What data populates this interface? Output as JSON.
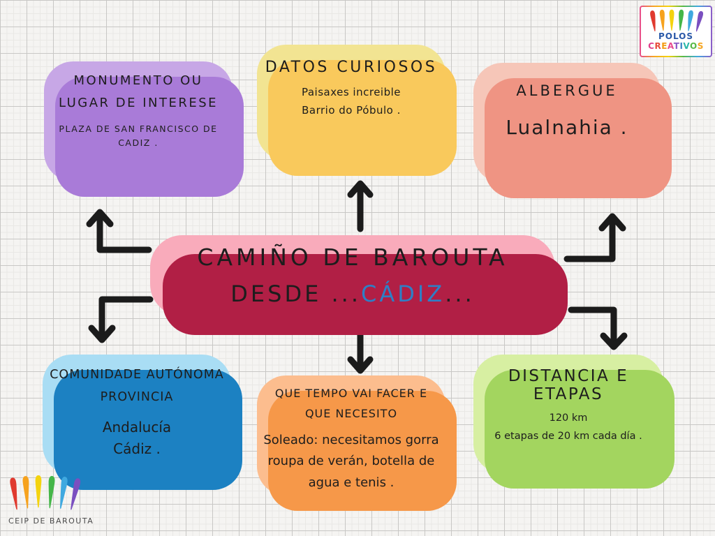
{
  "page": {
    "background": "#f5f4f2",
    "grid_major_color": "#c8c7c5",
    "grid_minor_color": "#e9e8e5",
    "arrow_color": "#1b1b1b"
  },
  "center": {
    "title_line1": "CAMIÑO DE BAROUTA",
    "title_line2_prefix": "DESDE ...",
    "title_line2_highlight": "CÁDIZ",
    "title_line2_suffix": "...",
    "highlight_color": "#2e7fc6",
    "bg": "#f9abbb",
    "shadow": "#b11f45"
  },
  "nodes": [
    {
      "id": "monumento",
      "bg": "#c7a7e6",
      "shadow": "#a97bd8",
      "heading": [
        "MONUMENTO OU",
        "LUGAR DE INTERESE"
      ],
      "body": [
        "PLAZA DE SAN FRANCISCO DE",
        "CADIZ ."
      ]
    },
    {
      "id": "datos-curiosos",
      "bg": "#f2e492",
      "shadow": "#f9c95c",
      "heading": [
        "DATOS CURIOSOS"
      ],
      "body": [
        "Paisaxes increible",
        "Barrio do Póbulo ."
      ]
    },
    {
      "id": "albergue",
      "bg": "#f6c6b8",
      "shadow": "#ef9483",
      "heading": [
        "ALBERGUE"
      ],
      "body": [
        "Lualnahia ."
      ]
    },
    {
      "id": "comunidade",
      "bg": "#a9ddf4",
      "shadow": "#1c81c2",
      "heading": [
        "COMUNIDADE AUTÓNOMA",
        "PROVINCIA"
      ],
      "body": [
        "Andalucía",
        "Cádiz ."
      ]
    },
    {
      "id": "tempo",
      "bg": "#fcbd8e",
      "shadow": "#f69849",
      "heading": [
        "QUE TEMPO VAI FACER E",
        "QUE NECESITO"
      ],
      "body": [
        "Soleado: necesitamos gorra",
        "roupa de verán, botella de",
        "agua e tenis ."
      ]
    },
    {
      "id": "distancia",
      "bg": "#d7efa2",
      "shadow": "#a3d55f",
      "heading": [
        "DISTANCIA E ETAPAS"
      ],
      "body": [
        "120 km",
        "6 etapas de 20 km  cada día ."
      ]
    }
  ],
  "logos": {
    "polos": {
      "line1": "POLOS",
      "line2": "CREATIVOS",
      "line1_color": "#2a59a8",
      "line2_letter_colors": [
        "#e0418c",
        "#e74c3c",
        "#f39c12",
        "#e84a8f",
        "#8e5bc7",
        "#3b82c4",
        "#2ab7a9",
        "#58b947",
        "#f5a623"
      ],
      "stroke_colors": [
        "#e03a2f",
        "#f6a21d",
        "#f4d30e",
        "#45b649",
        "#3fa9e0",
        "#7a4fc0"
      ]
    },
    "ceip": {
      "label": "CEIP DE BAROUTA",
      "label_color": "#4a4a4a",
      "stroke_colors": [
        "#e03a2f",
        "#f6a21d",
        "#f4d30e",
        "#45b649",
        "#3fa9e0",
        "#7a4fc0"
      ]
    }
  }
}
